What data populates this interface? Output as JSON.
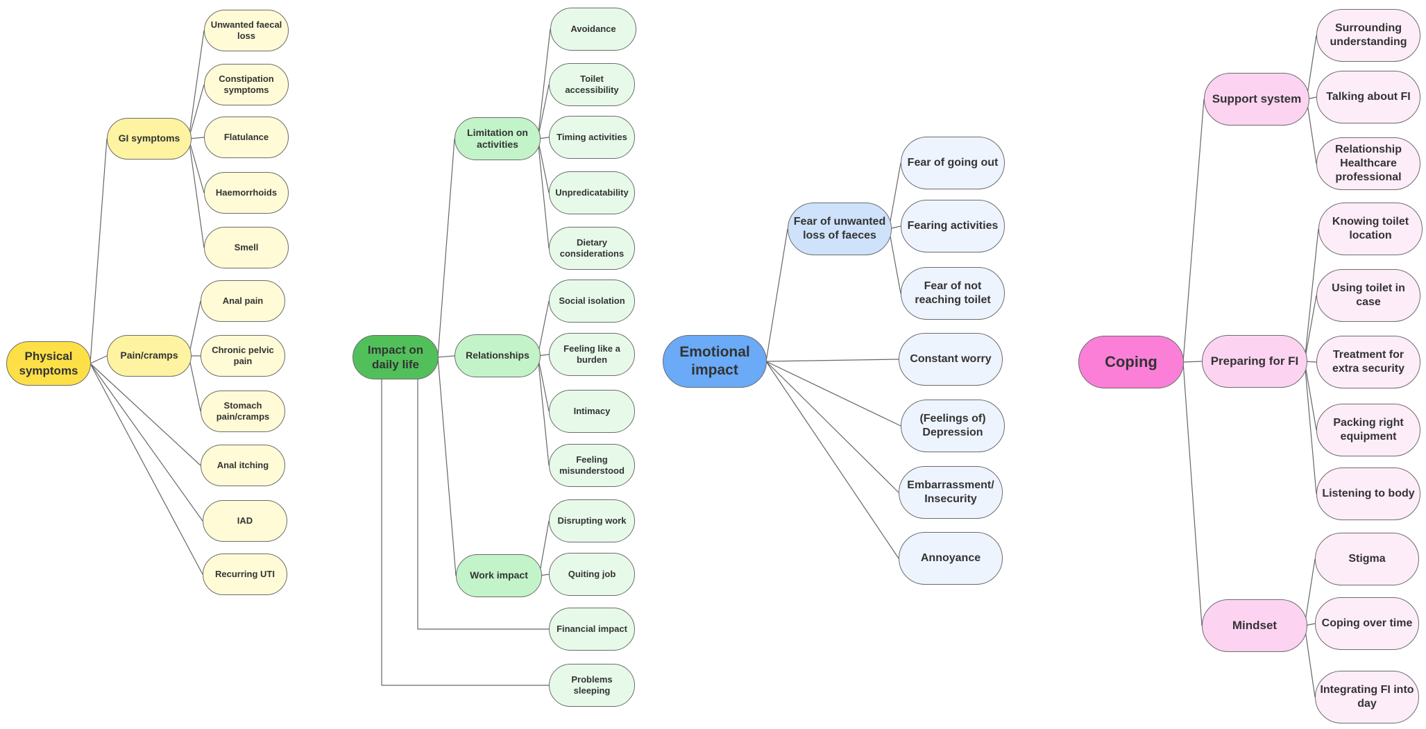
{
  "mindmap": {
    "groups": [
      {
        "name": "physical",
        "root": {
          "text": "Physical symptoms",
          "color": "#fde047"
        },
        "branch_color": "#fef3a0",
        "leaf_color": "#fffbd6",
        "subs": [
          {
            "text": "GI symptoms",
            "leaves": [
              "Unwanted faecal loss",
              "Constipation symptoms",
              "Flatulance",
              "Haemorrhoids",
              "Smell"
            ]
          },
          {
            "text": "Pain/cramps",
            "leaves": [
              "Anal pain",
              "Chronic pelvic pain",
              "Stomach pain/cramps"
            ]
          }
        ],
        "direct_leaves": [
          "Anal itching",
          "IAD",
          "Recurring UTI"
        ]
      },
      {
        "name": "daily-life",
        "root": {
          "text": "Impact on daily life",
          "color": "#52c05a"
        },
        "branch_color": "#c3f3c8",
        "leaf_color": "#e7fae9",
        "subs": [
          {
            "text": "Limitation on activities",
            "leaves": [
              "Avoidance",
              "Toilet accessibility",
              "Timing activities",
              "Unpredicatability",
              "Dietary considerations"
            ]
          },
          {
            "text": "Relationships",
            "leaves": [
              "Social isolation",
              "Feeling like a burden",
              "Intimacy",
              "Feeling misunderstood"
            ]
          },
          {
            "text": "Work impact",
            "leaves": [
              "Disrupting work",
              "Quiting job"
            ]
          }
        ],
        "direct_leaves": [
          "Financial impact",
          "Problems sleeping"
        ]
      },
      {
        "name": "emotional",
        "root": {
          "text": "Emotional impact",
          "color": "#6aaaf7"
        },
        "branch_color": "#cfe2fc",
        "leaf_color": "#eef4fe",
        "subs": [
          {
            "text": "Fear of unwanted loss of faeces",
            "leaves": [
              "Fear of going out",
              "Fearing activities",
              "Fear of not reaching toilet"
            ]
          }
        ],
        "direct_leaves": [
          "Constant worry",
          "(Feelings of) Depression",
          "Embarrassment/ Insecurity",
          "Annoyance"
        ]
      },
      {
        "name": "coping",
        "root": {
          "text": "Coping",
          "color": "#fb7fd7"
        },
        "branch_color": "#fcd3f1",
        "leaf_color": "#fdedf9",
        "subs": [
          {
            "text": "Support system",
            "leaves": [
              "Surrounding understanding",
              "Talking about FI",
              "Relationship Healthcare professional"
            ]
          },
          {
            "text": "Preparing for FI",
            "leaves": [
              "Knowing toilet location",
              "Using toilet in case",
              "Treatment for extra security",
              "Packing right equipment",
              "Listening to body"
            ]
          },
          {
            "text": "Mindset",
            "leaves": [
              "Stigma",
              "Coping over time",
              "Integrating FI into day"
            ]
          }
        ],
        "direct_leaves": []
      }
    ]
  }
}
